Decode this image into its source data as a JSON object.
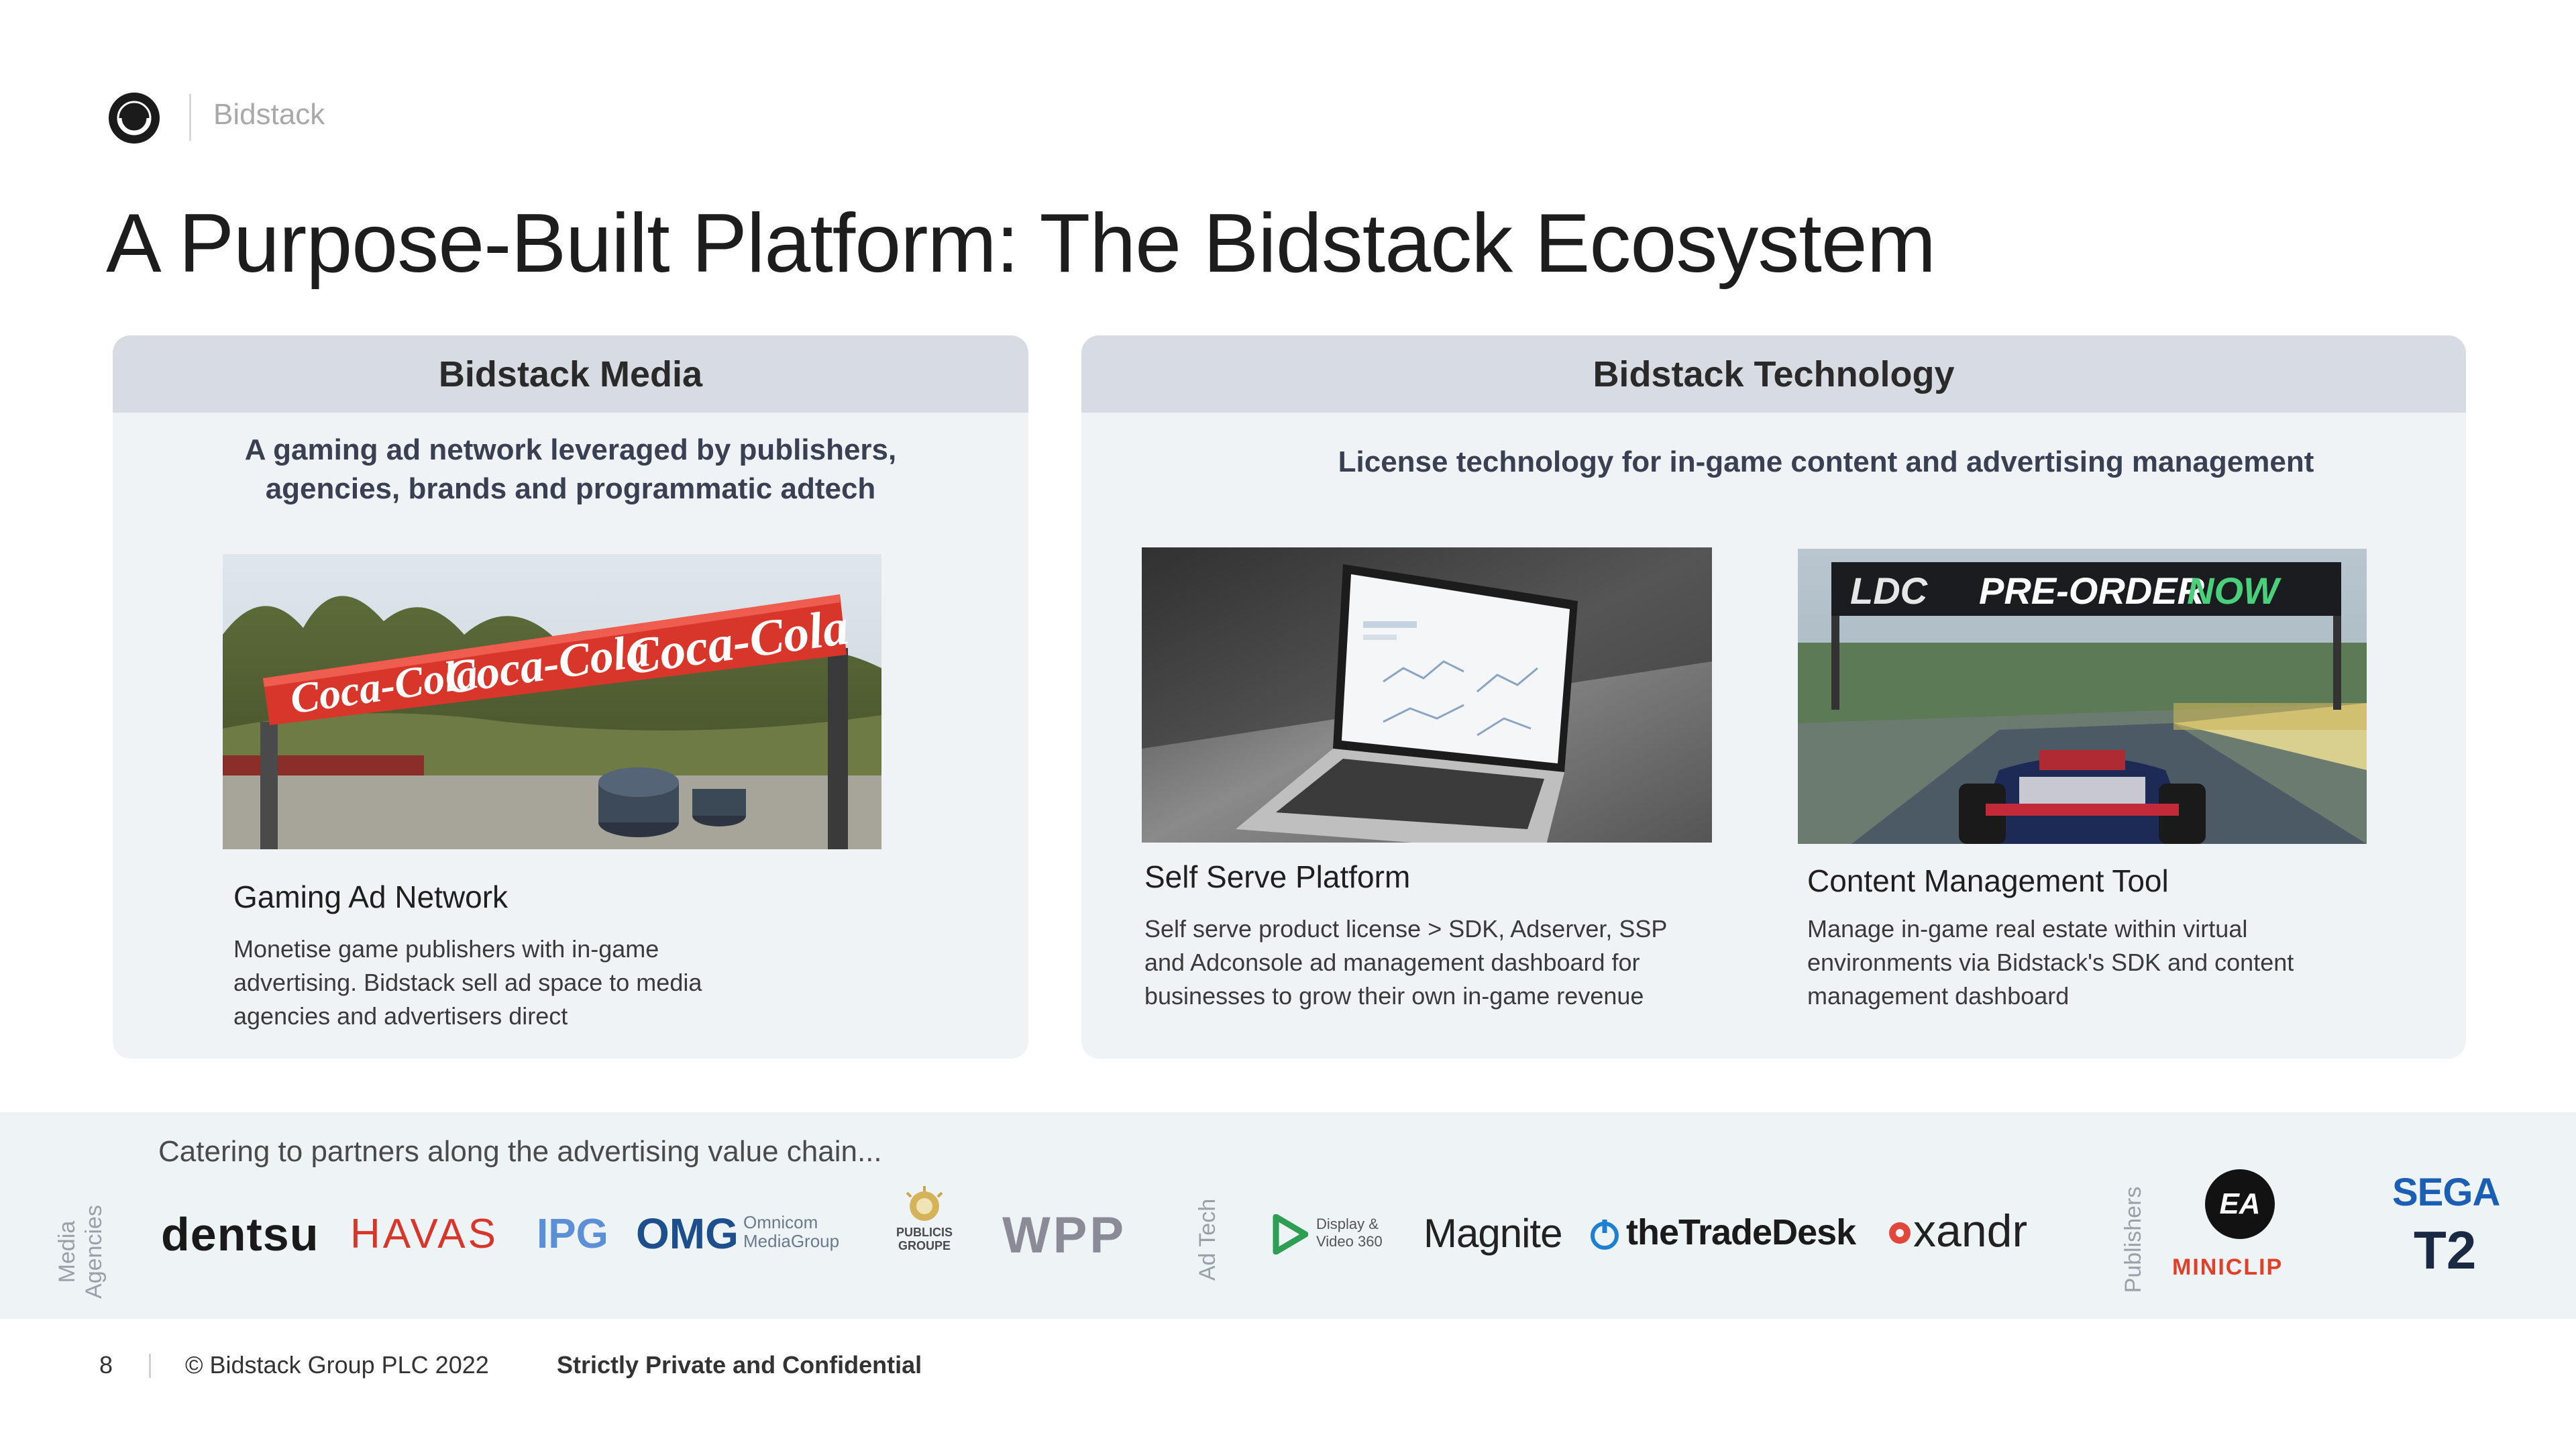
{
  "header": {
    "brand": "Bidstack",
    "title": "A Purpose-Built Platform: The Bidstack Ecosystem"
  },
  "media": {
    "heading": "Bidstack Media",
    "subtitle_line1": "A gaming ad network leveraged by publishers,",
    "subtitle_line2": "agencies, brands and programmatic adtech",
    "banner_text_1": "Coca-Cola",
    "banner_text_2": "Coca-Cola",
    "banner_text_3": "Coca-Cola",
    "card_title": "Gaming Ad Network",
    "card_desc_1": "Monetise game publishers with in-game",
    "card_desc_2": "advertising. Bidstack sell ad space to media",
    "card_desc_3": "agencies and advertisers direct"
  },
  "tech": {
    "heading": "Bidstack Technology",
    "subtitle": "License technology for in-game content and advertising management",
    "self_serve": {
      "title": "Self Serve Platform",
      "desc_1": "Self serve product license > SDK, Adserver, SSP",
      "desc_2": "and Adconsole ad management dashboard for",
      "desc_3": "businesses to grow their own in-game revenue"
    },
    "cms": {
      "billboard_brand": "LDC",
      "billboard_text": "PRE-ORDER",
      "billboard_now": "NOW",
      "title": "Content Management Tool",
      "desc_1": "Manage in-game real estate within virtual",
      "desc_2": "environments via Bidstack's SDK and content",
      "desc_3": "management dashboard"
    }
  },
  "partners": {
    "caption": "Catering to partners along the advertising value chain...",
    "label_media_1": "Media",
    "label_media_2": "Agencies",
    "label_adtech": "Ad Tech",
    "label_publishers": "Publishers",
    "dentsu": "dentsu",
    "havas": "HAVAS",
    "ipg": "IPG",
    "omg": "OMG",
    "omnicom_1": "Omnicom",
    "omnicom_2": "MediaGroup",
    "publicis_1": "PUBLICIS",
    "publicis_2": "GROUPE",
    "wpp": "WPP",
    "dv360_1": "Display &",
    "dv360_2": "Video 360",
    "magnite": "Magnite",
    "tradedesk": "theTradeDesk",
    "xandr": "xandr",
    "ea": "EA",
    "miniclip": "MINICLIP",
    "sega": "SEGA",
    "t2": "T2"
  },
  "footer": {
    "page_number": "8",
    "copyright": "© Bidstack Group PLC 2022",
    "confidential": "Strictly Private and Confidential"
  },
  "colors": {
    "panel_bg": "#eff3f6",
    "panel_header_bg": "#d7dbe2",
    "coke_red": "#d8362b",
    "miniclip_red": "#e0402a",
    "sega_blue": "#1a5fb4",
    "tradedesk_blue": "#1f7fd1",
    "dv360_green": "#2e9e55"
  }
}
